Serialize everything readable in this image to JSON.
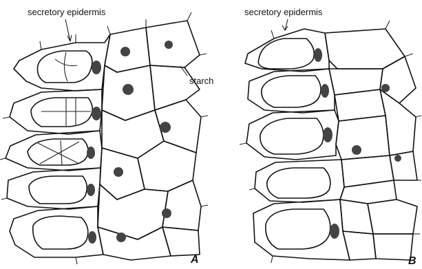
{
  "panels": [
    {
      "id": "A",
      "letter": "A",
      "labels": {
        "top": "secretory epidermis",
        "side": "starch"
      }
    },
    {
      "id": "B",
      "letter": "B",
      "labels": {
        "top": "secretory epidermis"
      }
    }
  ]
}
